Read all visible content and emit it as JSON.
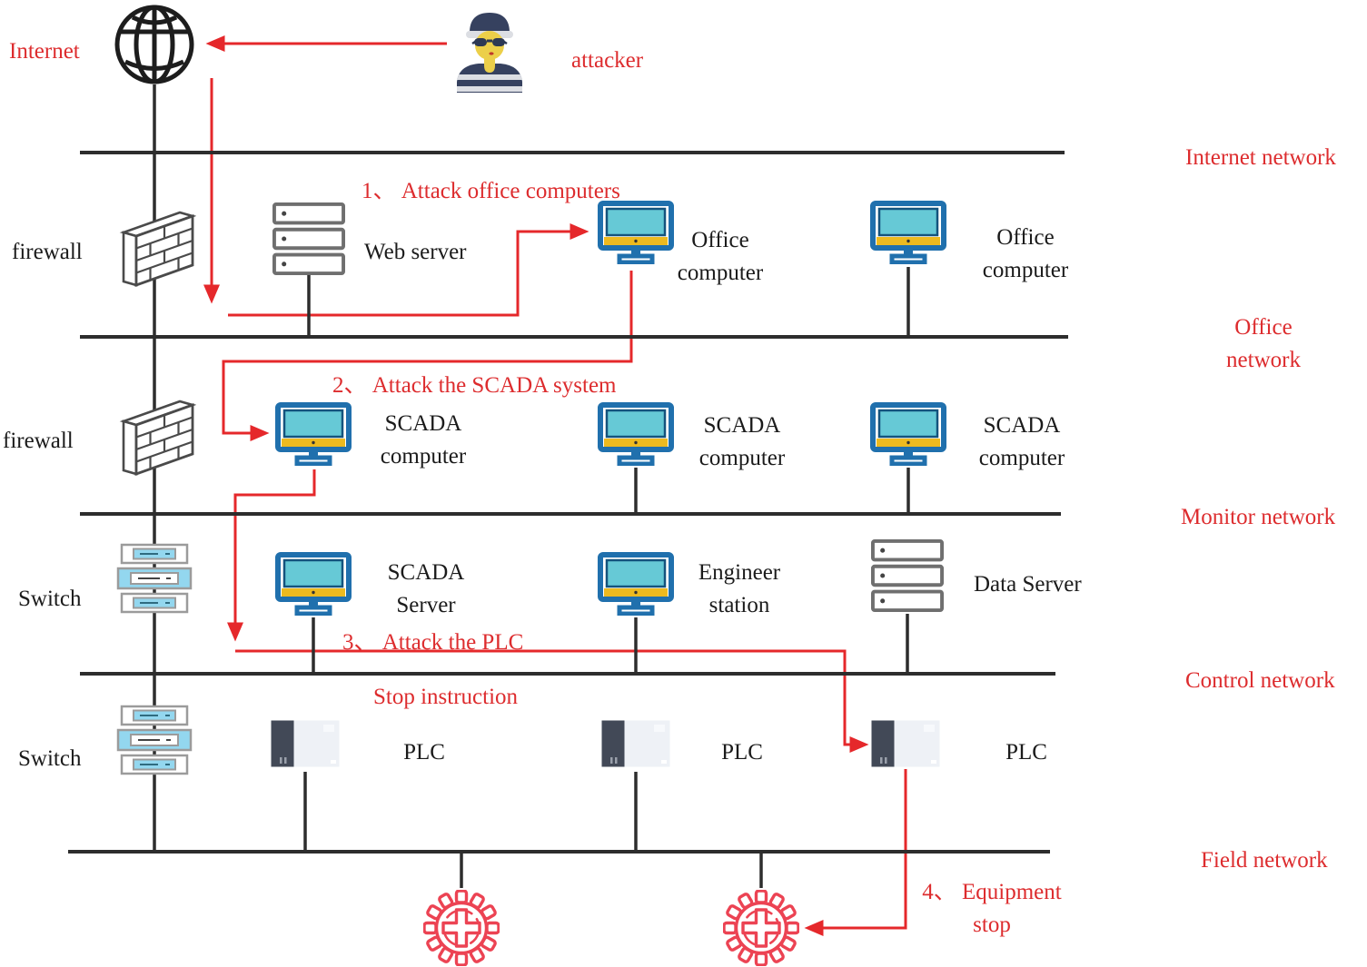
{
  "palette": {
    "attack_red": "#e5282b",
    "label_red": "#dd2c2e",
    "line_black": "#2d2d2d",
    "computer_blue": "#2070ad",
    "screen_teal": "#66c9d6",
    "bar_yellow": "#edba1f",
    "switch_blue": "#93d7ef",
    "gear_red": "#ec4353",
    "plc_dark": "#424957"
  },
  "top": {
    "internet_label": "Internet",
    "attacker_label": "attacker"
  },
  "layers": {
    "internet": "Internet network",
    "office": "Office\nnetwork",
    "monitor": "Monitor network",
    "control": "Control network",
    "field": "Field network"
  },
  "devices": {
    "firewall_top": "firewall",
    "firewall_mid": "firewall",
    "switch_monitor": "Switch",
    "switch_control": "Switch",
    "web_server": "Web server",
    "office_computer_1": "Office\ncomputer",
    "office_computer_2": "Office\ncomputer",
    "scada_computer_1": "SCADA\ncomputer",
    "scada_computer_2": "SCADA\ncomputer",
    "scada_computer_3": "SCADA\ncomputer",
    "scada_server": "SCADA\nServer",
    "engineer_station": "Engineer\nstation",
    "data_server": "Data Server",
    "plc_1": "PLC",
    "plc_2": "PLC",
    "plc_3": "PLC"
  },
  "attack_steps": {
    "step1": "1、 Attack office computers",
    "step2": "2、 Attack the SCADA system",
    "step3": "3、 Attack the PLC",
    "stop_instruction": "Stop instruction",
    "step4": "4、 Equipment\nstop"
  }
}
